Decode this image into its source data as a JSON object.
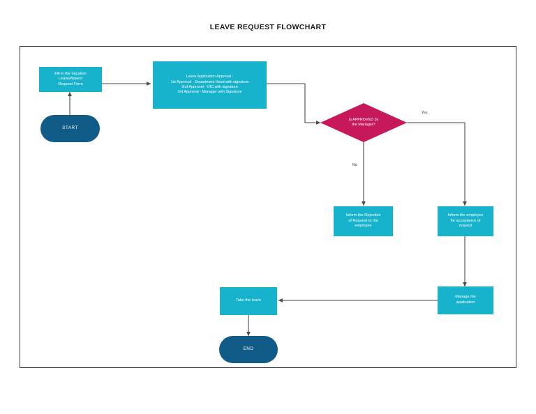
{
  "title": "LEAVE REQUEST FLOWCHART",
  "colors": {
    "process": "#17b3cc",
    "terminator": "#105b87",
    "decision": "#c8185c",
    "connector": "#4a4a4a",
    "frame": "#3a3a3a",
    "text_on_shape": "#ffffff",
    "title_text": "#1a1a1a"
  },
  "chart_data": {
    "type": "flowchart",
    "title": "LEAVE REQUEST FLOWCHART",
    "nodes": [
      {
        "id": "start",
        "label": "START",
        "shape": "terminator"
      },
      {
        "id": "fill_form",
        "label": "Fill in the Vacation\nLeave/Absent\nRequest Form",
        "shape": "process"
      },
      {
        "id": "approval",
        "label": "Leave Application Approval :\n1st Approval - Department Head with signature\n2nd Approval - OIC with signature\n3rd Approval - Manager with Signature",
        "shape": "process"
      },
      {
        "id": "decision",
        "label": "Is APPROVED by\nthe Manager?",
        "shape": "decision"
      },
      {
        "id": "inform_rejection",
        "label": "Inform the Rejection\nof Request to the\nemployee",
        "shape": "process"
      },
      {
        "id": "inform_acceptance",
        "label": "Inform the employee\nfor acceptance of\nrequest",
        "shape": "process"
      },
      {
        "id": "manage_application",
        "label": "Manage the\napplication",
        "shape": "process"
      },
      {
        "id": "take_leave",
        "label": "Take the leave",
        "shape": "process"
      },
      {
        "id": "end",
        "label": "END",
        "shape": "terminator"
      }
    ],
    "edges": [
      {
        "from": "start",
        "to": "fill_form",
        "label": ""
      },
      {
        "from": "fill_form",
        "to": "approval",
        "label": ""
      },
      {
        "from": "approval",
        "to": "decision",
        "label": ""
      },
      {
        "from": "decision",
        "to": "inform_rejection",
        "label": "No"
      },
      {
        "from": "decision",
        "to": "inform_acceptance",
        "label": "Yes"
      },
      {
        "from": "inform_acceptance",
        "to": "manage_application",
        "label": ""
      },
      {
        "from": "manage_application",
        "to": "take_leave",
        "label": ""
      },
      {
        "from": "take_leave",
        "to": "end",
        "label": ""
      }
    ],
    "edge_labels": {
      "no": "No",
      "yes": "Yes"
    }
  },
  "nodes": {
    "start": {
      "label": "START"
    },
    "fill_form": {
      "label": "Fill in the Vacation\nLeave/Absent\nRequest Form"
    },
    "approval": {
      "label": "Leave Application Approval :\n1st Approval - Department Head with signature\n2nd Approval - OIC with signature\n3rd Approval - Manager with Signature"
    },
    "decision": {
      "label": "Is APPROVED by\nthe Manager?"
    },
    "inform_rejection": {
      "label": "Inform the Rejection\nof Request to the\nemployee"
    },
    "inform_acceptance": {
      "label": "Inform the employee\nfor acceptance of\nrequest"
    },
    "manage_application": {
      "label": "Manage the\napplication"
    },
    "take_leave": {
      "label": "Take the leave"
    },
    "end": {
      "label": "END"
    }
  },
  "labels": {
    "no": "No",
    "yes": "Yes"
  }
}
